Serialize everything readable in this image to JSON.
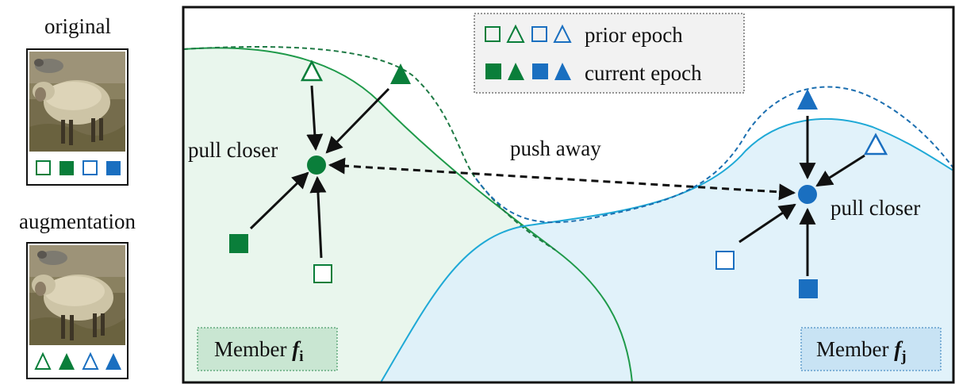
{
  "left": {
    "original_label": "original",
    "augmentation_label": "augmentation"
  },
  "legend": {
    "prior_epoch": "prior epoch",
    "current_epoch": "current epoch"
  },
  "labels": {
    "pull_closer_left": "pull closer",
    "pull_closer_right": "pull closer",
    "push_away": "push away",
    "member_i_prefix": "Member ",
    "member_i_var": "f",
    "member_i_sub": "i",
    "member_j_prefix": "Member ",
    "member_j_var": "f",
    "member_j_sub": "j"
  },
  "colors": {
    "green": "#0a7e3a",
    "blue": "#1a6fc0",
    "green_fill": "#e8f5ec",
    "blue_fill": "#def1f9",
    "member_i_bg": "#c9e6d2",
    "member_j_bg": "#c8e3f4",
    "frame": "#111111",
    "legend_bg": "#f2f2f2"
  }
}
